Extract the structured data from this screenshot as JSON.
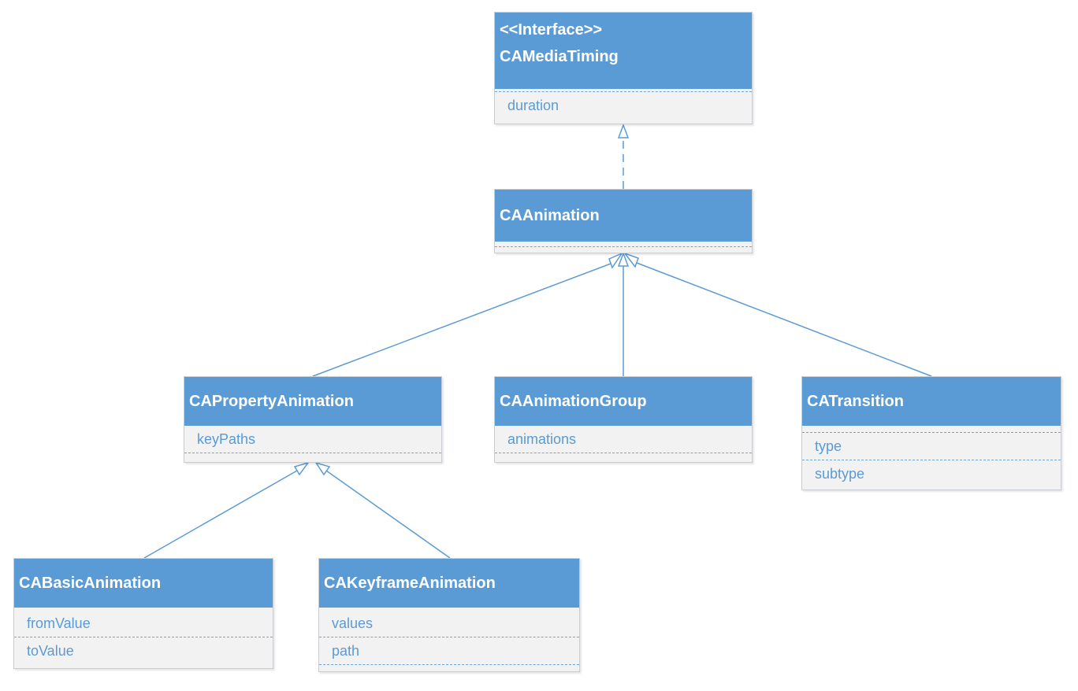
{
  "diagram": {
    "colors": {
      "header_fill": "#5b9bd5",
      "body_fill": "#f2f2f2",
      "attribute_text": "#5b9bd5",
      "connector": "#5b9bd5"
    },
    "classes": {
      "camediatiming": {
        "stereotype": "<<Interface>>",
        "name": "CAMediaTiming",
        "attributes": [
          "duration"
        ]
      },
      "caanimation": {
        "name": "CAAnimation",
        "attributes": []
      },
      "capropertyanimation": {
        "name": "CAPropertyAnimation",
        "attributes": [
          "keyPaths"
        ]
      },
      "caanimationgroup": {
        "name": "CAAnimationGroup",
        "attributes": [
          "animations"
        ]
      },
      "catransition": {
        "name": "CATransition",
        "attributes": [
          "type",
          "subtype"
        ]
      },
      "cabasicanimation": {
        "name": "CABasicAnimation",
        "attributes": [
          "fromValue",
          "toValue"
        ]
      },
      "cakeyframeanimation": {
        "name": "CAKeyframeAnimation",
        "attributes": [
          "values",
          "path"
        ]
      }
    },
    "relations": [
      {
        "from": "CAAnimation",
        "to": "CAMediaTiming",
        "kind": "realization"
      },
      {
        "from": "CAPropertyAnimation",
        "to": "CAAnimation",
        "kind": "generalization"
      },
      {
        "from": "CAAnimationGroup",
        "to": "CAAnimation",
        "kind": "generalization"
      },
      {
        "from": "CATransition",
        "to": "CAAnimation",
        "kind": "generalization"
      },
      {
        "from": "CABasicAnimation",
        "to": "CAPropertyAnimation",
        "kind": "generalization"
      },
      {
        "from": "CAKeyframeAnimation",
        "to": "CAPropertyAnimation",
        "kind": "generalization"
      }
    ]
  }
}
